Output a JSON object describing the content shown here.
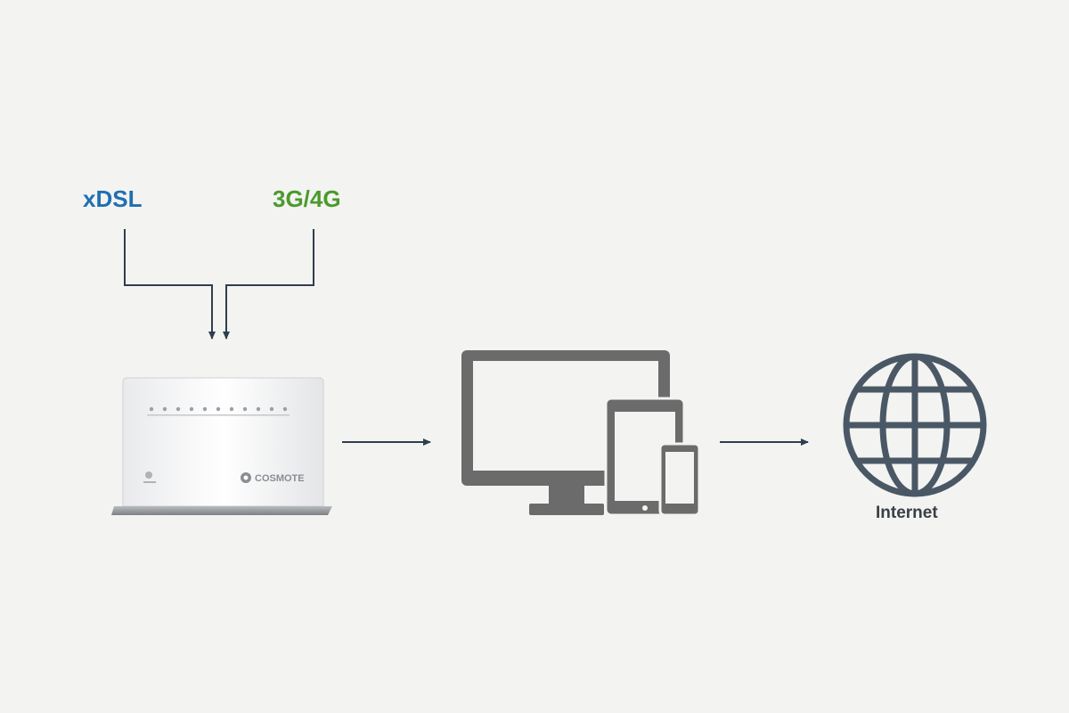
{
  "inputs": {
    "xdsl": {
      "label": "xDSL",
      "color": "#1f6fb2"
    },
    "cellular": {
      "label": "3G/4G",
      "color": "#4a9a2c"
    }
  },
  "router": {
    "brand_logo": "huawei-logo",
    "operator_logo": "COSMOTE"
  },
  "devices": {
    "icon": "desktop-tablet-phone-icon"
  },
  "internet": {
    "label": "Internet",
    "icon": "globe-icon"
  },
  "colors": {
    "arrow": "#2f3e4f",
    "device_gray": "#6b6b6b",
    "globe": "#4a5866",
    "background": "#f3f3f1"
  }
}
